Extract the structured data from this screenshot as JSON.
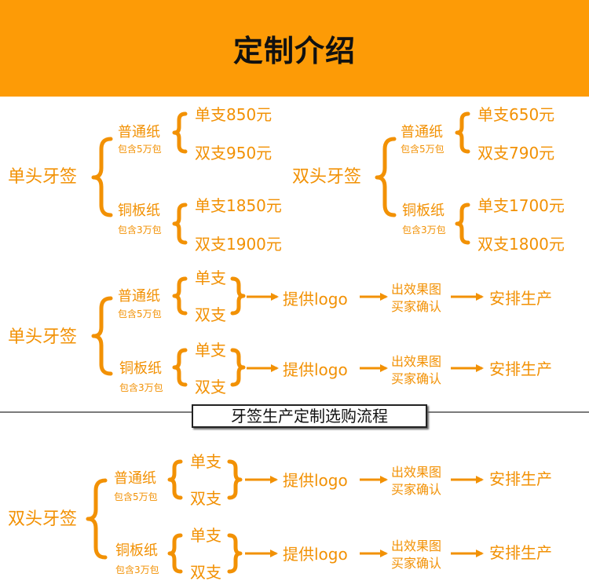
{
  "header": {
    "title": "定制介绍"
  },
  "colors": {
    "accent": "#fd9b06",
    "text": "#f29104"
  },
  "pricing": [
    {
      "product": "单头牙签",
      "rows": [
        {
          "paper": "普通纸",
          "pack": "包含5万包",
          "single": "单支850元",
          "double": "双支950元"
        },
        {
          "paper": "铜板纸",
          "pack": "包含3万包",
          "single": "单支1850元",
          "double": "双支1900元"
        }
      ]
    },
    {
      "product": "双头牙签",
      "rows": [
        {
          "paper": "普通纸",
          "pack": "包含5万包",
          "single": "单支650元",
          "double": "双支790元"
        },
        {
          "paper": "铜板纸",
          "pack": "包含3万包",
          "single": "单支1700元",
          "double": "双支1800元"
        }
      ]
    }
  ],
  "process_title": "牙签生产定制选购流程",
  "flows": [
    {
      "product": "单头牙签",
      "rows": [
        {
          "paper": "普通纸",
          "pack": "包含5万包",
          "single": "单支",
          "double": "双支",
          "step1": "提供logo",
          "step2a": "出效果图",
          "step2b": "买家确认",
          "step3": "安排生产"
        },
        {
          "paper": "铜板纸",
          "pack": "包含3万包",
          "single": "单支",
          "double": "双支",
          "step1": "提供logo",
          "step2a": "出效果图",
          "step2b": "买家确认",
          "step3": "安排生产"
        }
      ]
    },
    {
      "product": "双头牙签",
      "rows": [
        {
          "paper": "普通纸",
          "pack": "包含5万包",
          "single": "单支",
          "double": "双支",
          "step1": "提供logo",
          "step2a": "出效果图",
          "step2b": "买家确认",
          "step3": "安排生产"
        },
        {
          "paper": "铜板纸",
          "pack": "包含3万包",
          "single": "单支",
          "double": "双支",
          "step1": "提供logo",
          "step2a": "出效果图",
          "step2b": "买家确认",
          "step3": "安排生产"
        }
      ]
    }
  ]
}
